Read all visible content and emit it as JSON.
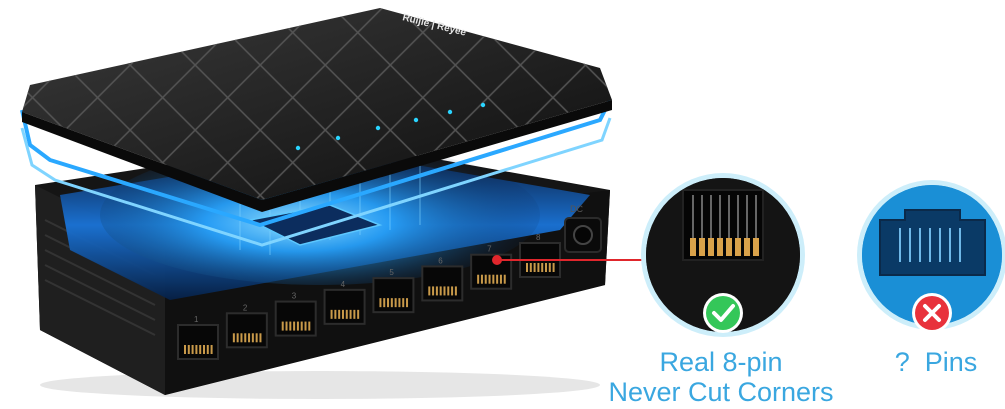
{
  "brand": {
    "logo_text": "Ruijie | Reyee"
  },
  "callouts": {
    "good": {
      "line1": "Real 8-pin",
      "line2": "Never Cut Corners",
      "status_icon": "check-icon",
      "status_color": "#34c759"
    },
    "bad": {
      "label": "?  Pins",
      "status_icon": "cross-icon",
      "status_color": "#e8323c"
    }
  },
  "colors": {
    "accent": "#3aa7e0",
    "device_body": "#1a1a1a",
    "glow": "#2aa8ff",
    "connector_line": "#e0262c"
  },
  "port_labels": [
    "1",
    "2",
    "3",
    "4",
    "5",
    "6",
    "7",
    "8"
  ],
  "power_label": "DC"
}
